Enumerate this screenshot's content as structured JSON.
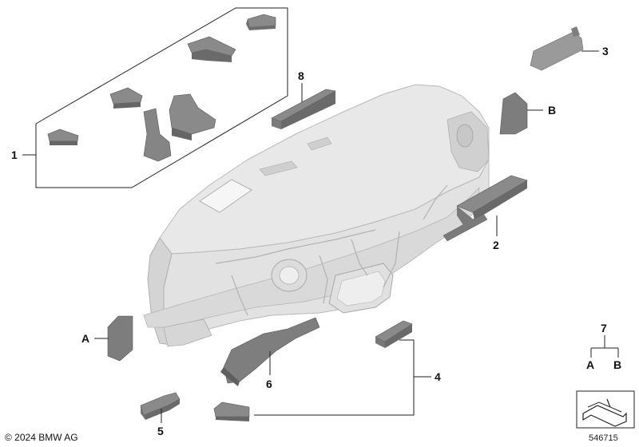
{
  "callouts": {
    "c1": "1",
    "c2": "2",
    "c3": "3",
    "c4": "4",
    "c5": "5",
    "c6": "6",
    "c7": "7",
    "c8": "8",
    "cA": "A",
    "cB": "B",
    "legendA": "A",
    "legendB": "B"
  },
  "footer": {
    "copyright": "© 2024 BMW AG",
    "diagram_number": "546715"
  },
  "colors": {
    "part_dark": "#6e6e6e",
    "part_mid": "#8a8a8a",
    "part_light": "#a6a6a6",
    "dashboard": "#e6e6e6",
    "dashboard_shade": "#cfcfcf",
    "line": "#222222"
  }
}
